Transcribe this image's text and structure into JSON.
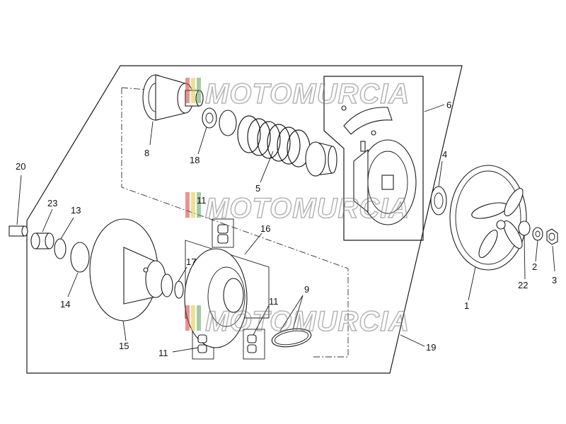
{
  "diagram": {
    "watermark": "MOTOMURCIA",
    "watermark_colors": [
      "#d63b3b",
      "#e8c23a",
      "#5aa35a"
    ],
    "part_labels": [
      {
        "id": "p1",
        "text": "1"
      },
      {
        "id": "p2",
        "text": "2"
      },
      {
        "id": "p3",
        "text": "3"
      },
      {
        "id": "p4",
        "text": "4"
      },
      {
        "id": "p5",
        "text": "5"
      },
      {
        "id": "p6",
        "text": "6"
      },
      {
        "id": "p8",
        "text": "8"
      },
      {
        "id": "p9",
        "text": "9"
      },
      {
        "id": "p11a",
        "text": "11"
      },
      {
        "id": "p11b",
        "text": "11"
      },
      {
        "id": "p11c",
        "text": "11"
      },
      {
        "id": "p13",
        "text": "13"
      },
      {
        "id": "p14",
        "text": "14"
      },
      {
        "id": "p15",
        "text": "15"
      },
      {
        "id": "p16",
        "text": "16"
      },
      {
        "id": "p17",
        "text": "17"
      },
      {
        "id": "p18",
        "text": "18"
      },
      {
        "id": "p19",
        "text": "19"
      },
      {
        "id": "p20",
        "text": "20"
      },
      {
        "id": "p22",
        "text": "22"
      },
      {
        "id": "p23",
        "text": "23"
      }
    ]
  }
}
